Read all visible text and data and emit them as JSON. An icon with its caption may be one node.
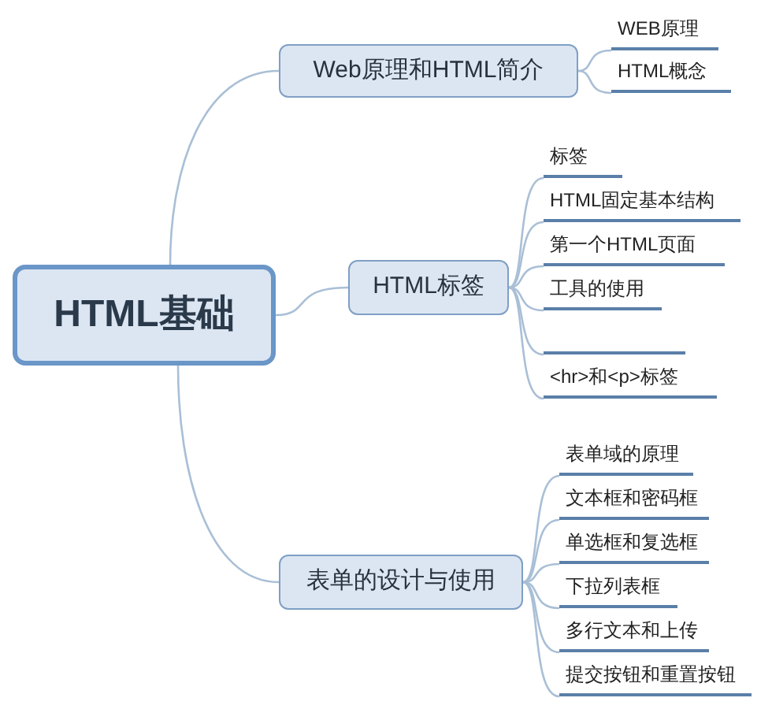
{
  "diagram": {
    "nodes": [
      {
        "text": [
          "HTML基础"
        ]
      },
      {
        "text": [
          "Web原理和HTML简介"
        ]
      },
      {
        "text": [
          "WEB原理"
        ]
      },
      {
        "text": [
          "HTML概念"
        ]
      },
      {
        "text": [
          "HTML标签"
        ]
      },
      {
        "text": [
          "标签"
        ]
      },
      {
        "text": [
          "HTML固定基本结构"
        ]
      },
      {
        "text": [
          "第一个HTML页面"
        ]
      },
      {
        "text": [
          "工具的使用"
        ]
      },
      {
        "text": [],
        "shape": "bar"
      },
      {
        "text": [
          "<hr>和<p>标签"
        ]
      },
      {
        "text": [
          "表单的设计与使用"
        ]
      },
      {
        "text": [
          "表单域的原理"
        ]
      },
      {
        "text": [
          "文本框和密码框"
        ]
      },
      {
        "text": [
          "单选框和复选框"
        ]
      },
      {
        "text": [
          "下拉列表框"
        ]
      },
      {
        "text": [
          "多行文本和上传"
        ]
      },
      {
        "text": [
          "提交按钮和重置按钮"
        ]
      }
    ],
    "edges": [
      {
        "from": 0,
        "to": 1,
        "arrow": "none"
      },
      {
        "from": 1,
        "to": 2,
        "arrow": "none"
      },
      {
        "from": 1,
        "to": 3,
        "arrow": "none"
      },
      {
        "from": 0,
        "to": 4,
        "arrow": "none"
      },
      {
        "from": 4,
        "to": 5,
        "arrow": "none"
      },
      {
        "from": 4,
        "to": 6,
        "arrow": "none"
      },
      {
        "from": 4,
        "to": 7,
        "arrow": "none"
      },
      {
        "from": 4,
        "to": 8,
        "arrow": "none"
      },
      {
        "from": 4,
        "to": 9,
        "arrow": "none"
      },
      {
        "from": 4,
        "to": 10,
        "arrow": "none"
      },
      {
        "from": 0,
        "to": 11,
        "arrow": "none"
      },
      {
        "from": 11,
        "to": 12,
        "arrow": "none"
      },
      {
        "from": 11,
        "to": 13,
        "arrow": "none"
      },
      {
        "from": 11,
        "to": 14,
        "arrow": "none"
      },
      {
        "from": 11,
        "to": 15,
        "arrow": "none"
      },
      {
        "from": 11,
        "to": 16,
        "arrow": "none"
      },
      {
        "from": 11,
        "to": 17,
        "arrow": "none"
      }
    ]
  }
}
